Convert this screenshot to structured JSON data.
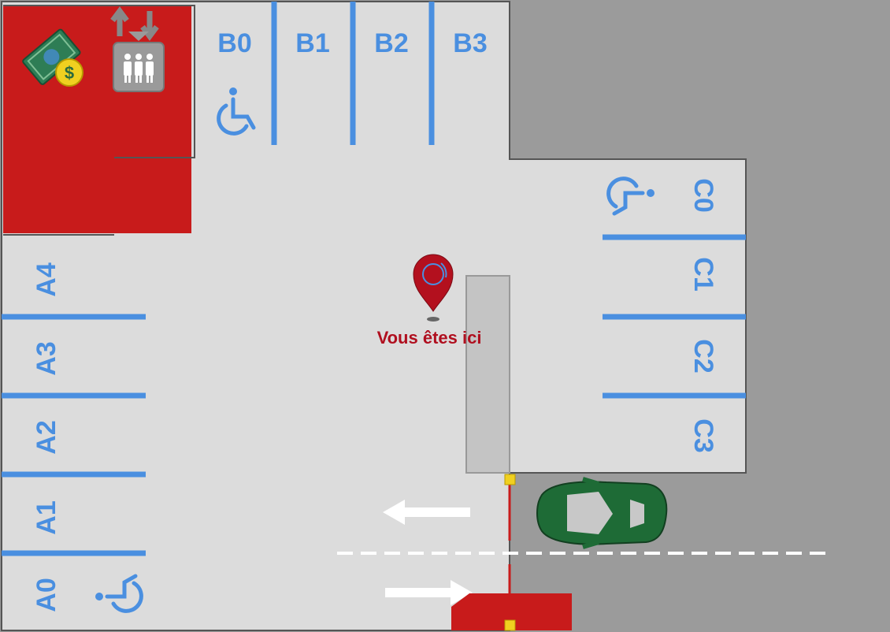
{
  "spots": {
    "B": [
      "B0",
      "B1",
      "B2",
      "B3"
    ],
    "A": [
      "A4",
      "A3",
      "A2",
      "A1",
      "A0"
    ],
    "C": [
      "C0",
      "C1",
      "C2",
      "C3"
    ]
  },
  "marker": {
    "label": "Vous êtes ici"
  },
  "icons": {
    "payment": "money-payment-icon",
    "elevator": "elevator-icon",
    "accessible": "wheelchair-icon"
  },
  "colors": {
    "floor": "#dcdcdc",
    "outside": "#9b9b9b",
    "zone": "#c81b1b",
    "lines": "#4a8fe0",
    "car": "#1e6b36",
    "marker": "#b3101e"
  }
}
